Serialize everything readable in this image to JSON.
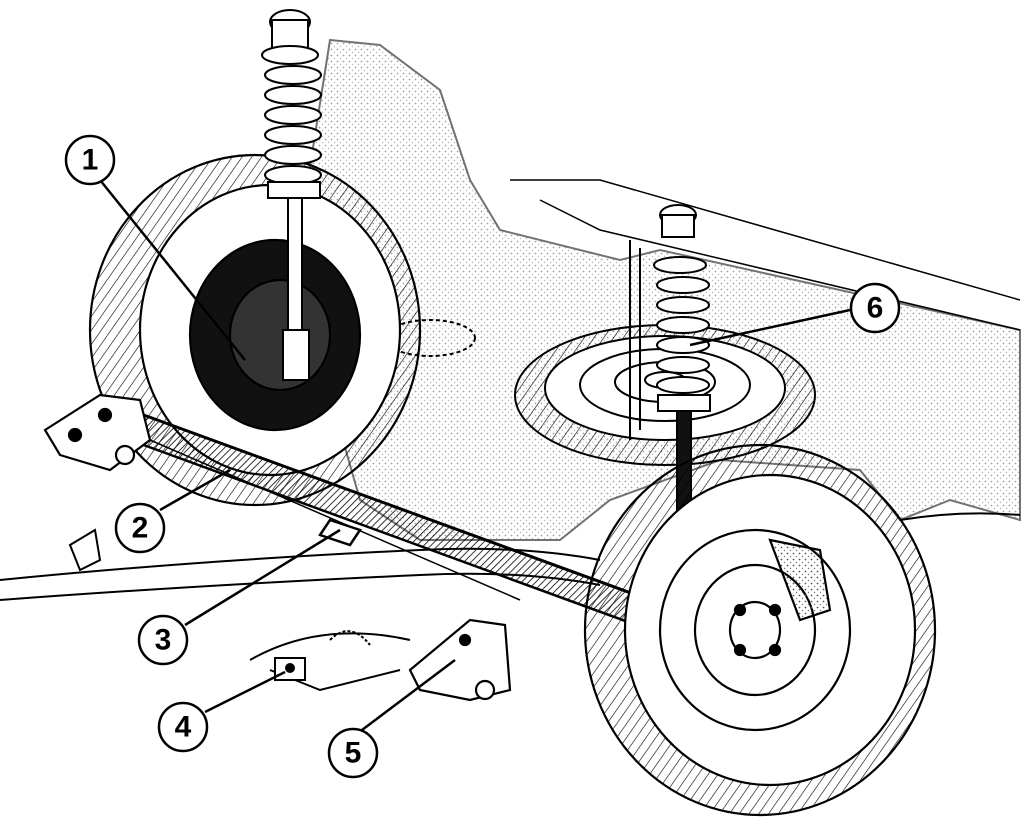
{
  "diagram": {
    "callouts": [
      {
        "id": "1",
        "label": "1"
      },
      {
        "id": "2",
        "label": "2"
      },
      {
        "id": "3",
        "label": "3"
      },
      {
        "id": "4",
        "label": "4"
      },
      {
        "id": "5",
        "label": "5"
      },
      {
        "id": "6",
        "label": "6"
      }
    ]
  },
  "colors": {
    "ink": "#000000",
    "paper": "#ffffff",
    "stipple": "#7a7a7a"
  }
}
